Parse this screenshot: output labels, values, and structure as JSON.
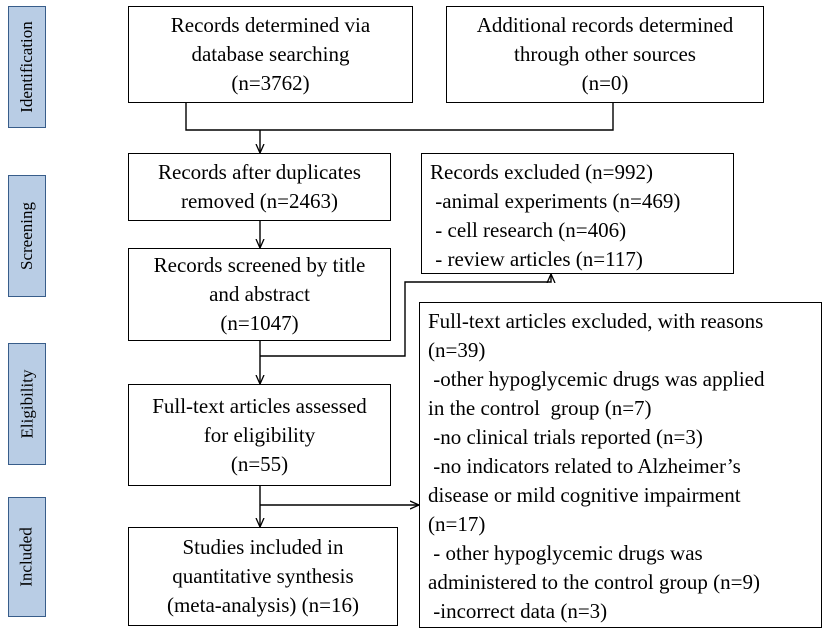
{
  "stages": {
    "identification": "Identification",
    "screening": "Screening",
    "eligibility": "Eligibility",
    "included": "Included"
  },
  "boxes": {
    "database": [
      "Records determined via",
      "database searching",
      "(n=3762)"
    ],
    "other_sources": [
      "Additional records determined",
      "through other sources",
      "(n=0)"
    ],
    "duplicates_removed": [
      "Records after duplicates",
      "removed (n=2463)"
    ],
    "records_excluded": [
      "Records excluded (n=992)",
      " -animal experiments (n=469)",
      " - cell research (n=406)",
      " - review articles (n=117)"
    ],
    "screened": [
      "Records screened by title",
      "and abstract",
      "(n=1047)"
    ],
    "fulltext_excluded": [
      "Full-text articles excluded, with reasons",
      "(n=39)",
      " -other hypoglycemic drugs was applied",
      "in the control  group (n=7)",
      " -no clinical trials reported (n=3)",
      " -no indicators related to Alzheimer’s",
      "disease or mild cognitive impairment",
      "(n=17)",
      " - other hypoglycemic drugs was",
      "administered to the control group (n=9)",
      " -incorrect data (n=3)"
    ],
    "assessed": [
      "Full-text articles assessed",
      "for eligibility",
      "(n=55)"
    ],
    "included": [
      "Studies included in",
      "quantitative synthesis",
      "(meta-analysis) (n=16)"
    ]
  }
}
